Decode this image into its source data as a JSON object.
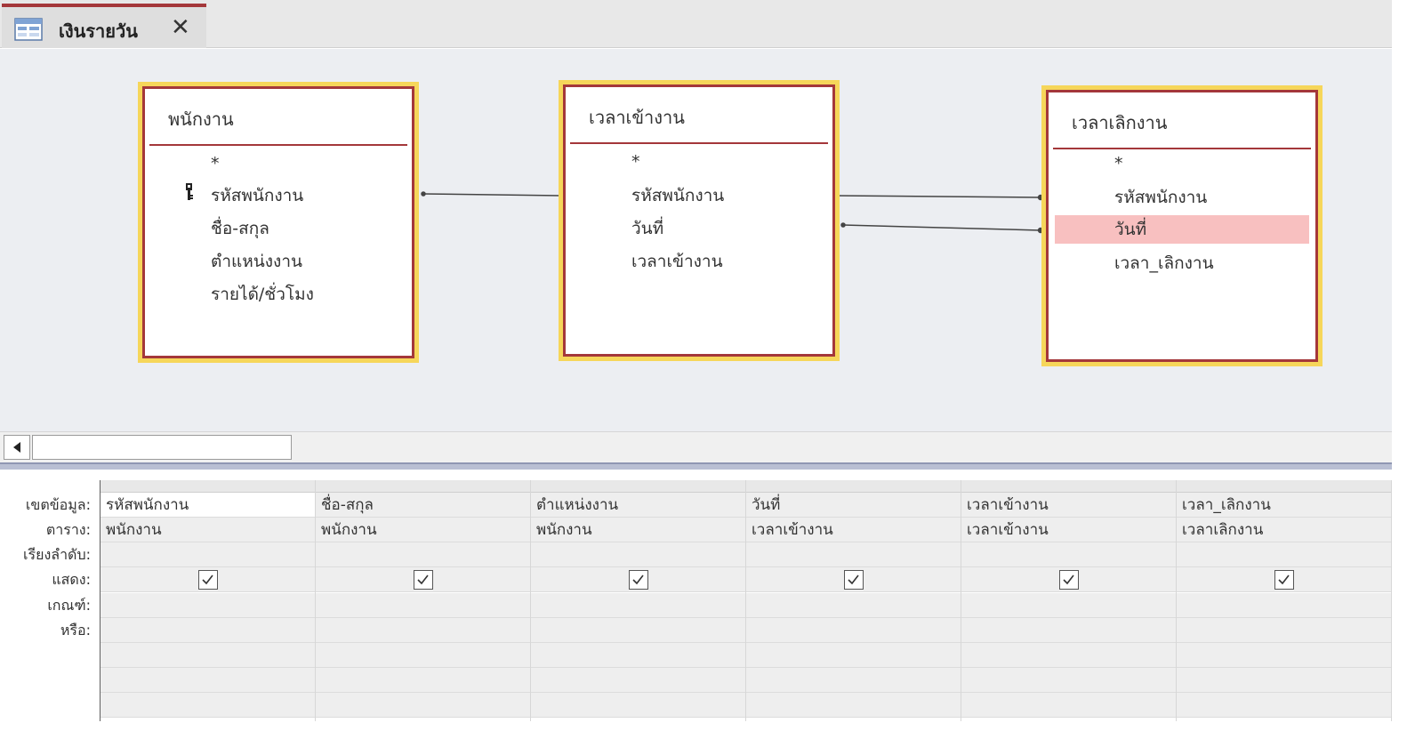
{
  "tab": {
    "title": "เงินรายวัน",
    "close_glyph": "✕",
    "icon": "query-design-icon"
  },
  "tables": [
    {
      "name": "พนักงาน",
      "fields": [
        "*",
        "รหัสพนักงาน",
        "ชื่อ-สกุล",
        "ตำแหน่งงาน",
        "รายได้/ชั่วโมง"
      ],
      "key_field": "รหัสพนักงาน"
    },
    {
      "name": "เวลาเข้างาน",
      "fields": [
        "*",
        "รหัสพนักงาน",
        "วันที่",
        "เวลาเข้างาน"
      ]
    },
    {
      "name": "เวลาเลิกงาน",
      "fields": [
        "*",
        "รหัสพนักงาน",
        "วันที่",
        "เวลา_เลิกงาน"
      ],
      "selected_field": "วันที่"
    }
  ],
  "grid": {
    "row_labels": [
      "เขตข้อมูล:",
      "ตาราง:",
      "เรียงลำดับ:",
      "แสดง:",
      "เกณฑ์:",
      "หรือ:"
    ],
    "columns": [
      {
        "field": "รหัสพนักงาน",
        "table": "พนักงาน",
        "show": true
      },
      {
        "field": "ชื่อ-สกุล",
        "table": "พนักงาน",
        "show": true
      },
      {
        "field": "ตำแหน่งงาน",
        "table": "พนักงาน",
        "show": true
      },
      {
        "field": "วันที่",
        "table": "เวลาเข้างาน",
        "show": true
      },
      {
        "field": "เวลาเข้างาน",
        "table": "เวลาเข้างาน",
        "show": true
      },
      {
        "field": "เวลา_เลิกงาน",
        "table": "เวลาเลิกงาน",
        "show": true
      }
    ]
  },
  "colors": {
    "accent": "#a4373a",
    "selection": "#f8c0c0",
    "table_glow": "#f6d65a"
  }
}
